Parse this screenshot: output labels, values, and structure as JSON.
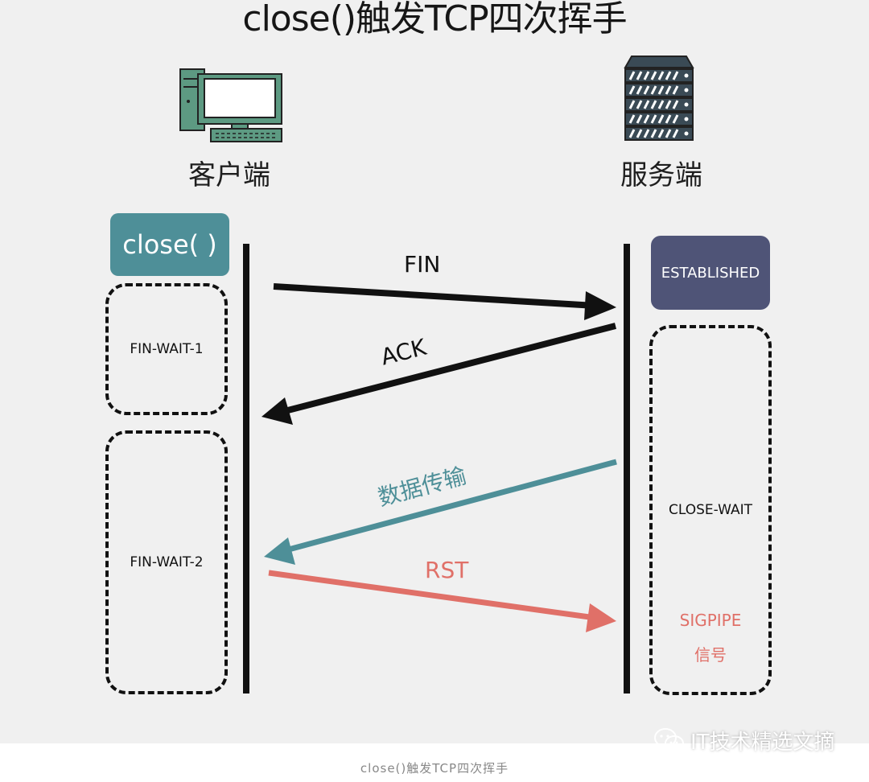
{
  "title": "close()触发TCP四次挥手",
  "client": {
    "label": "客户端"
  },
  "server": {
    "label": "服务端"
  },
  "client_states": {
    "close_button": "close( )",
    "fin_wait_1": "FIN-WAIT-1",
    "fin_wait_2": "FIN-WAIT-2"
  },
  "server_states": {
    "established": "ESTABLISHED",
    "close_wait": "CLOSE-WAIT",
    "sigpipe": "SIGPIPE",
    "signal": "信号"
  },
  "messages": {
    "fin": "FIN",
    "ack": "ACK",
    "data": "数据传输",
    "rst": "RST"
  },
  "colors": {
    "teal": "#4e8f98",
    "navy": "#4f5477",
    "red": "#e07068",
    "black": "#111111"
  },
  "caption": "close()触发TCP四次挥手",
  "watermark": "IT技术精选文摘"
}
